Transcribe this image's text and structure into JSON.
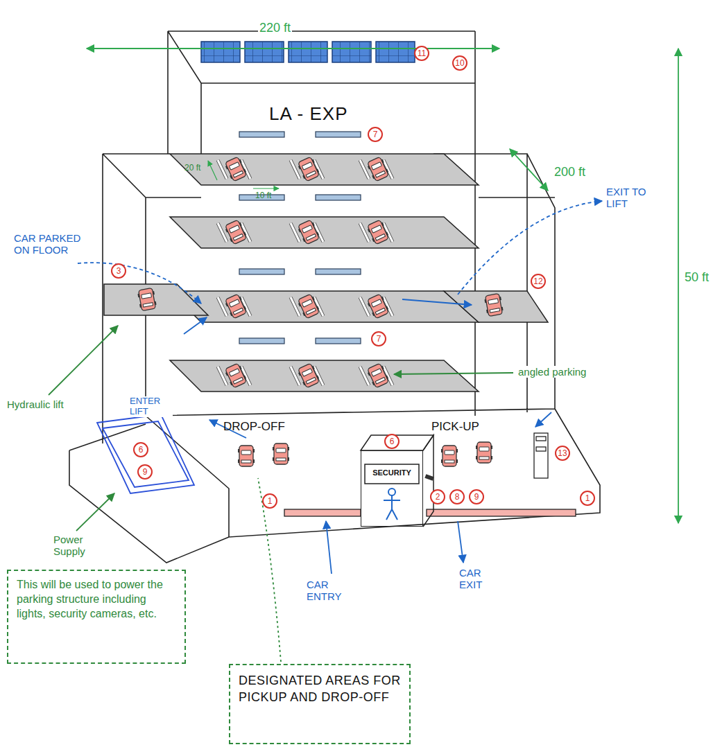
{
  "diagram": {
    "nodes": [
      {
        "text": [
          "SECURITY"
        ]
      },
      {
        "text": [
          "This will be used to power the parking structure including lights, security cameras, etc."
        ]
      },
      {
        "text": [
          "DESIGNATED AREAS FOR PICKUP AND DROP-OFF"
        ]
      }
    ],
    "labels": [
      "220 ft",
      "11",
      "10",
      "LA - EXP",
      "7",
      "20 ft",
      "10 ft",
      "200 ft",
      "CAR PARKED ON FLOOR",
      "EXIT TO LIFT",
      "3",
      "12",
      "50 ft",
      "7",
      "angled parking",
      "Hydraulic lift",
      "ENTER LIFT",
      "DROP-OFF",
      "PICK-UP",
      "6",
      "6",
      "9",
      "13",
      "1",
      "2",
      "8",
      "9",
      "1",
      "CAR ENTRY",
      "CAR EXIT",
      "Power Supply"
    ]
  }
}
